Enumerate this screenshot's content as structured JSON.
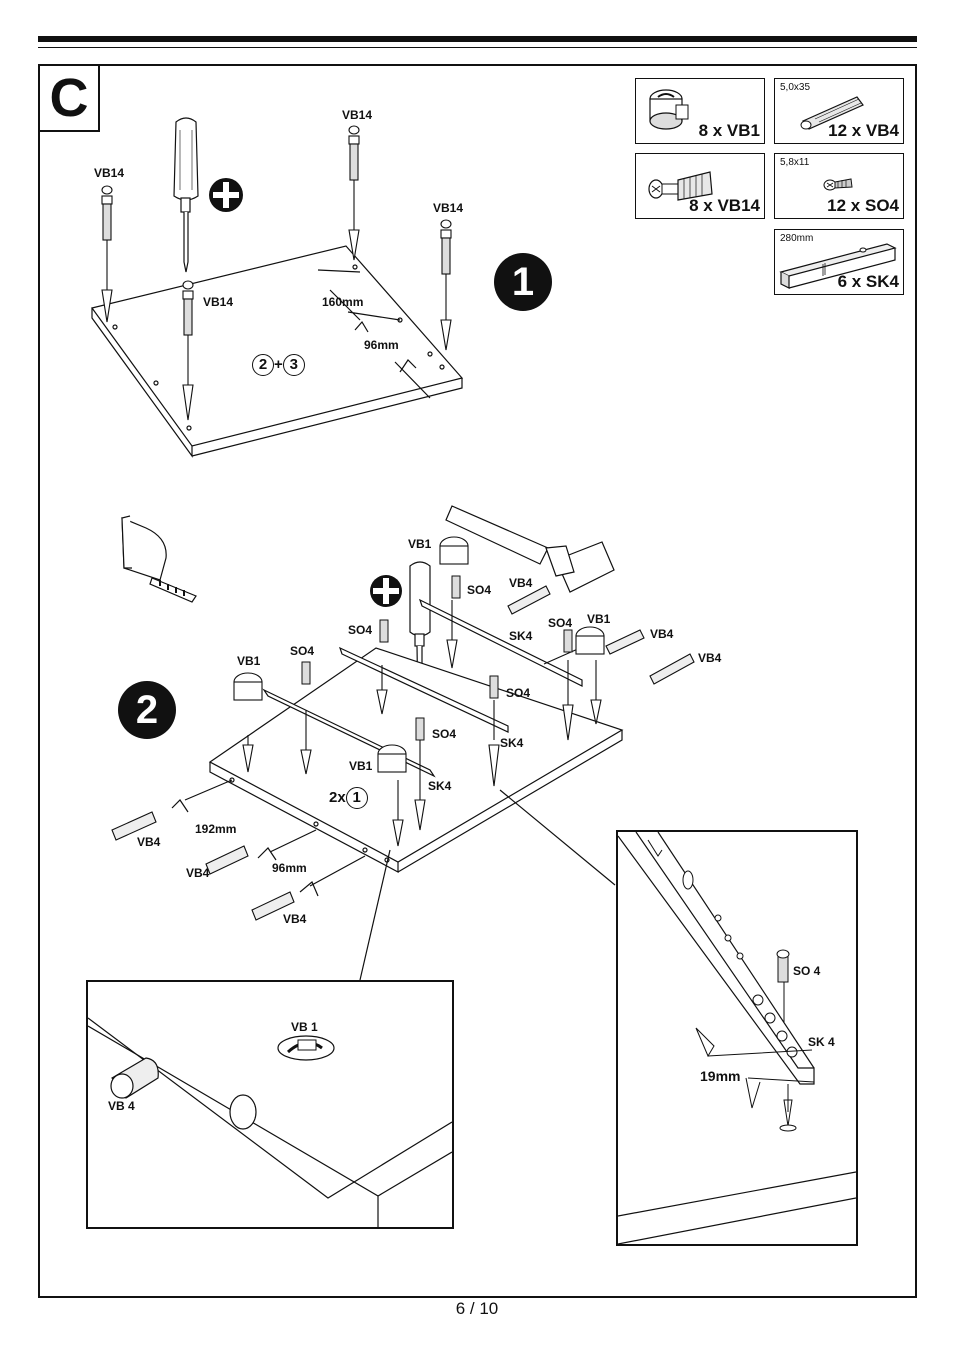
{
  "section": "C",
  "parts": [
    {
      "qty": "8 x VB1",
      "spec": ""
    },
    {
      "qty": "12 x VB4",
      "spec": "5,0x35"
    },
    {
      "qty": "8 x VB14",
      "spec": ""
    },
    {
      "qty": "12 x SO4",
      "spec": "5,8x11"
    },
    {
      "qty": "6 x SK4",
      "spec": "280mm"
    }
  ],
  "step1": {
    "number": "1",
    "labels": [
      "VB14",
      "VB14",
      "VB14",
      "VB14"
    ],
    "dim_a": "160mm",
    "dim_b": "96mm",
    "ref_a": "2",
    "ref_plus": "+",
    "ref_b": "3"
  },
  "step2": {
    "number": "2",
    "labels": {
      "vb1_a": "VB1",
      "vb1_b": "VB1",
      "vb1_c": "VB1",
      "vb1_d": "VB1",
      "so4_a": "SO4",
      "so4_b": "SO4",
      "so4_c": "SO4",
      "so4_d": "SO4",
      "so4_e": "SO4",
      "vb4_a": "VB4",
      "vb4_b": "VB4",
      "vb4_c": "VB4",
      "vb4_d": "VB4",
      "vb4_e": "VB4",
      "vb4_f": "VB4",
      "sk4_a": "SK4",
      "sk4_b": "SK4",
      "sk4_c": "SK4"
    },
    "dim_a": "192mm",
    "dim_b": "96mm",
    "repeat_prefix": "2x",
    "repeat_ref": "1"
  },
  "detail_left": {
    "vb1": "VB 1",
    "vb4": "VB 4"
  },
  "detail_right": {
    "so4": "SO 4",
    "sk4": "SK 4",
    "dim": "19mm"
  },
  "page": "6 / 10"
}
